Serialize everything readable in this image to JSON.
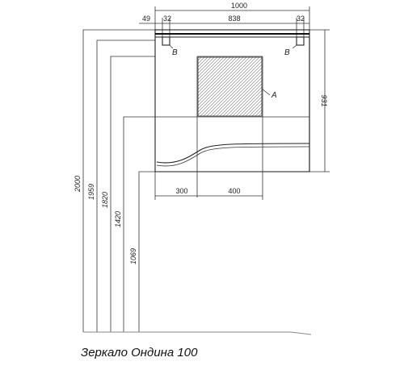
{
  "dimensions": {
    "overall_width": "1000",
    "left_offset": "49",
    "left_gap": "32",
    "inner_width": "838",
    "right_gap": "32",
    "height": "931",
    "bottom_left": "300",
    "bottom_right": "400",
    "level_2000": "2000",
    "level_1959": "1959",
    "level_1820": "1820",
    "level_1420": "1420",
    "level_1069": "1069"
  },
  "callouts": {
    "fastener_left": "B",
    "fastener_right": "B",
    "panel": "A"
  },
  "caption": "Зеркало Ондина 100"
}
